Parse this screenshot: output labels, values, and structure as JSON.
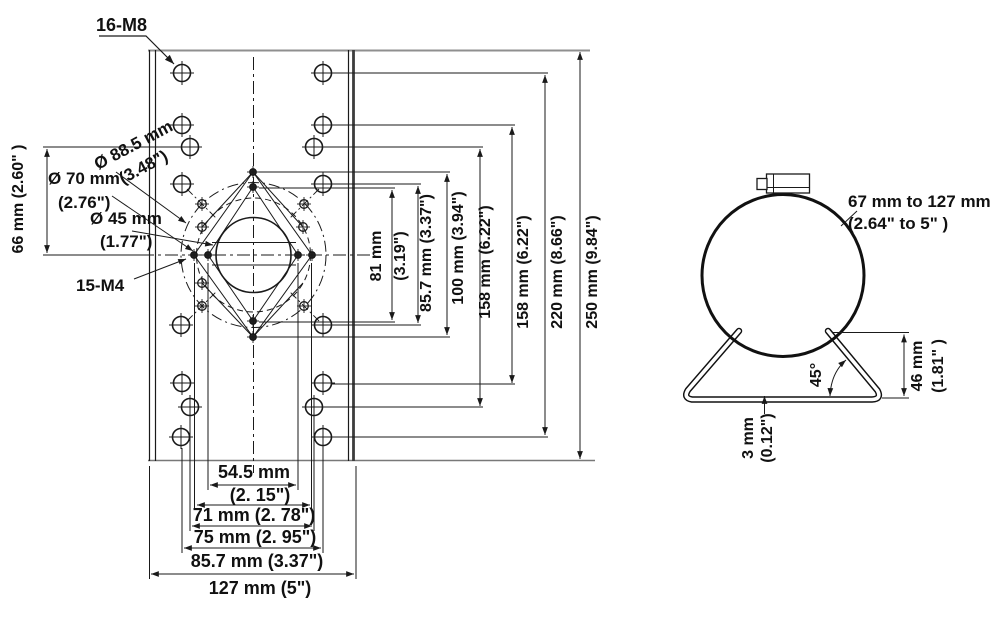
{
  "meta": {
    "background": "#ffffff",
    "line_color": "#1a1a1a",
    "description": "Engineering dimension drawing: pole mount bracket front view and clamp side view"
  },
  "left": {
    "m8_label": "16-M8",
    "m4_label": "15-M4",
    "dia885_1": "Ø 88.5 mm",
    "dia885_2": "(3.48\")",
    "dia70_1": "Ø 70 mm",
    "dia70_2": "(2.76\")",
    "dia45_1": "Ø 45 mm",
    "dia45_2": "(1.77\")",
    "dim66": "66 mm (2.60\" )",
    "dim81_1": "81 mm",
    "dim81_2": "(3.19\")",
    "dim857v": "85.7 mm (3.37\")",
    "dim100": "100 mm (3.94\")",
    "dim158a": "158 mm (6.22\")",
    "dim158b": "158 mm (6.22\")",
    "dim220": "220 mm (8.66\")",
    "dim250": "250 mm (9.84\")",
    "dim545_1": "54.5 mm",
    "dim545_2": "(2. 15\")",
    "dim71": "71 mm (2. 78\")",
    "dim75": "75 mm (2. 95\")",
    "dim857h": "85.7 mm (3.37\")",
    "dim127": "127 mm (5\")"
  },
  "right": {
    "range_1": "67 mm to 127 mm",
    "range_2": "(2.64\" to 5\" )",
    "angle45": "45°",
    "dim46_1": "46 mm",
    "dim46_2": "(1.81\" )",
    "dim3_1": "3 mm",
    "dim3_2": "(0.12\")"
  }
}
